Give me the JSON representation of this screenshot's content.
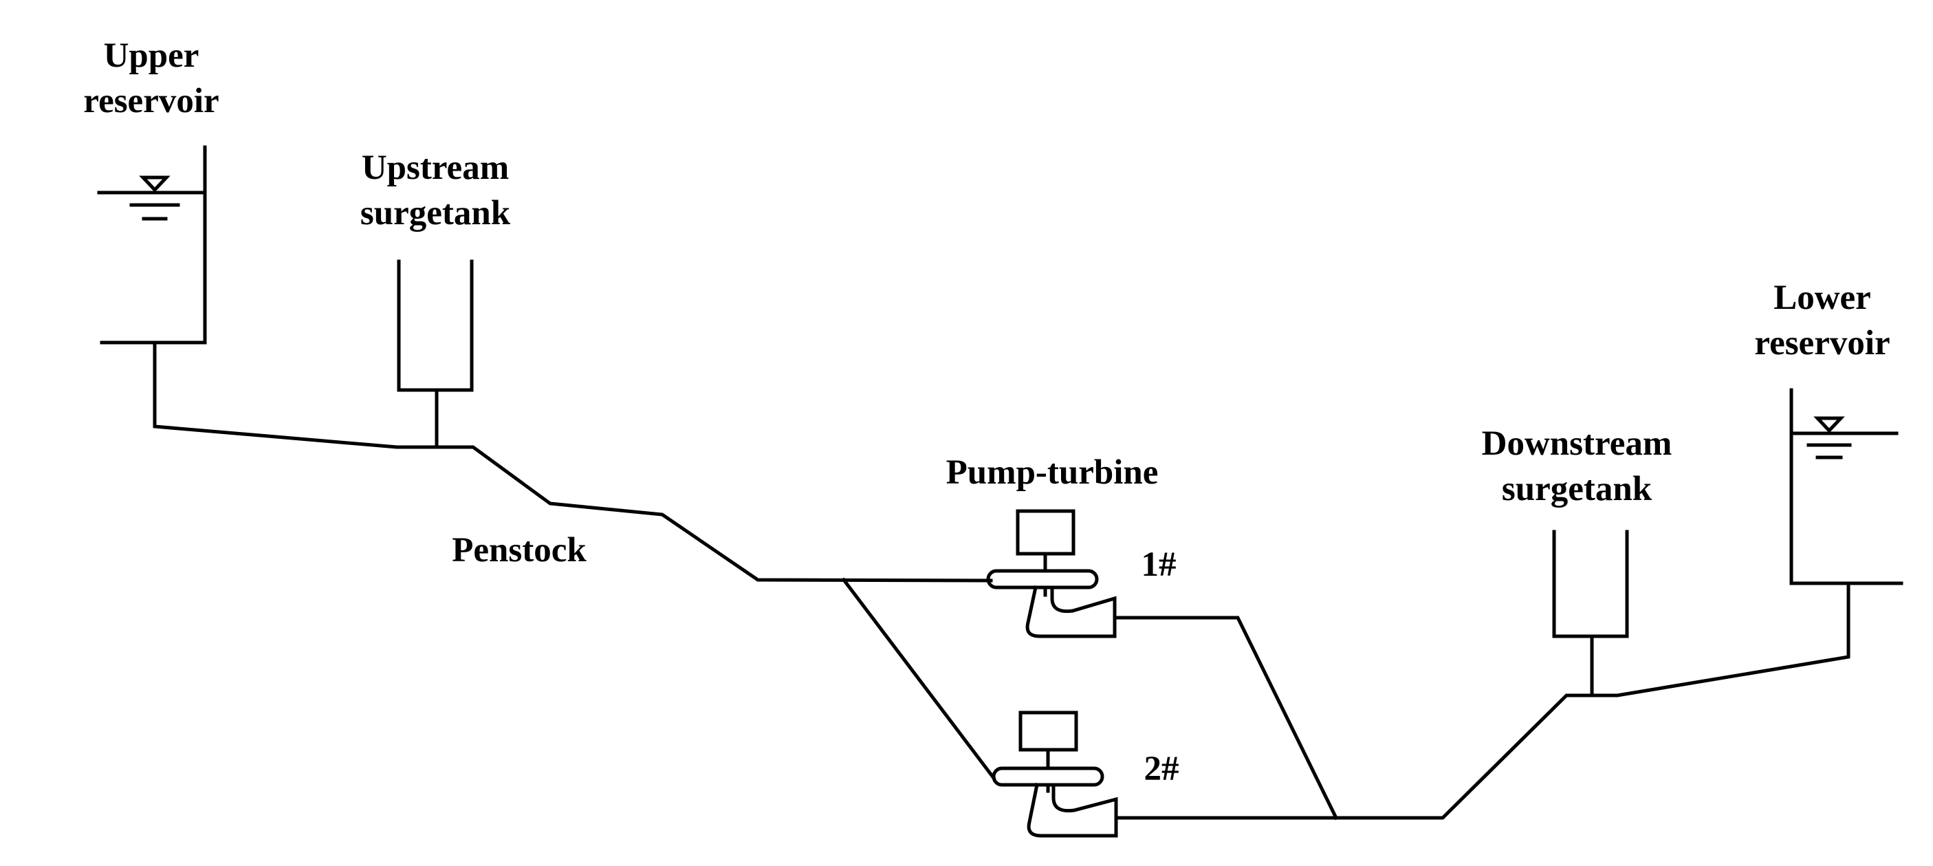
{
  "labels": {
    "upper_reservoir": [
      "Upper",
      "reservoir"
    ],
    "upstream_surgetank": [
      "Upstream",
      "surgetank"
    ],
    "penstock": "Penstock",
    "pump_turbine": "Pump-turbine",
    "unit_1": "1#",
    "unit_2": "2#",
    "downstream_surgetank": [
      "Downstream",
      "surgetank"
    ],
    "lower_reservoir": [
      "Lower",
      "reservoir"
    ]
  },
  "colors": {
    "line": "#000000",
    "background": "#ffffff"
  }
}
